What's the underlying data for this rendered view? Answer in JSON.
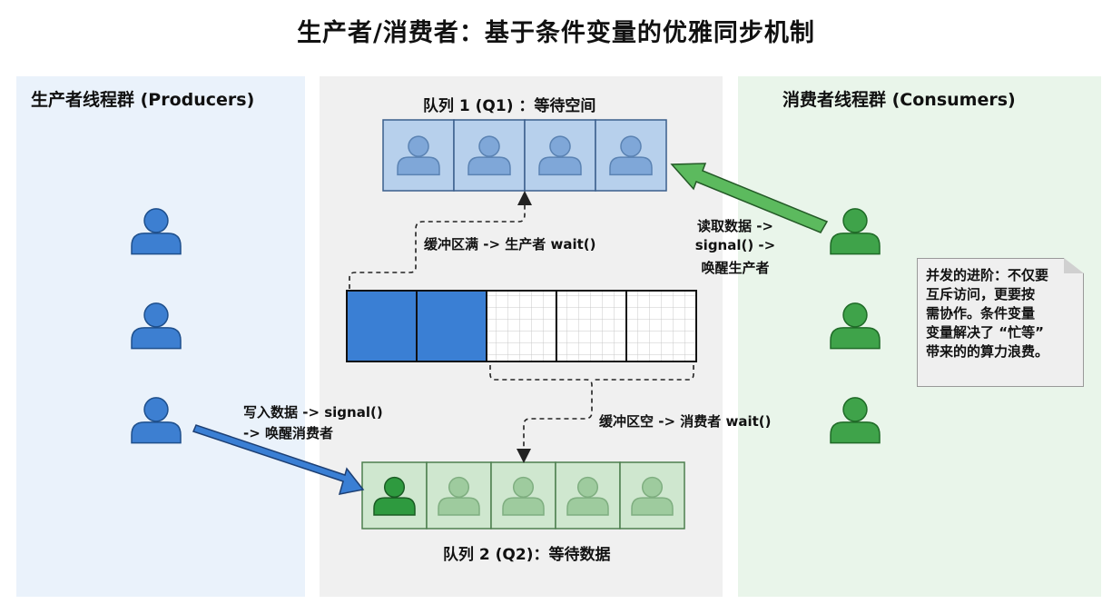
{
  "title": "生产者/消费者：基于条件变量的优雅同步机制",
  "producers": {
    "label": "生产者线程群 (Producers)",
    "count": 3
  },
  "consumers": {
    "label": "消费者线程群 (Consumers)",
    "count": 3
  },
  "queue1": {
    "label": "队列 1 (Q1) ：等待空间",
    "waiting": 4
  },
  "queue2": {
    "label": "队列 2 (Q2)：等待数据",
    "waiting": 5,
    "active_index": 0
  },
  "buffer": {
    "slots": 5,
    "filled": 2
  },
  "annotations": {
    "buffer_full": "缓冲区满 -> 生产者 wait()",
    "buffer_empty": "缓冲区空 -> 消费者 wait()",
    "write": {
      "line1": "写入数据 -> signal()",
      "line2": "-> 唤醒消费者"
    },
    "read": {
      "line1": "读取数据 ->",
      "line2": "signal() ->",
      "line3": "唤醒生产者"
    }
  },
  "note": "并发的进阶：不仅要\n互斥访问，更要按\n需协作。条件变量\n变量解决了 “忙等”\n带来的的算力浪费。",
  "colors": {
    "producer": "#3d7fd1",
    "consumer": "#3fa34a",
    "left_panel": "#eaf2fb",
    "middle_panel": "#f0f0f0",
    "right_panel": "#e9f5ea",
    "buffer_fill": "#3a7fd4"
  }
}
